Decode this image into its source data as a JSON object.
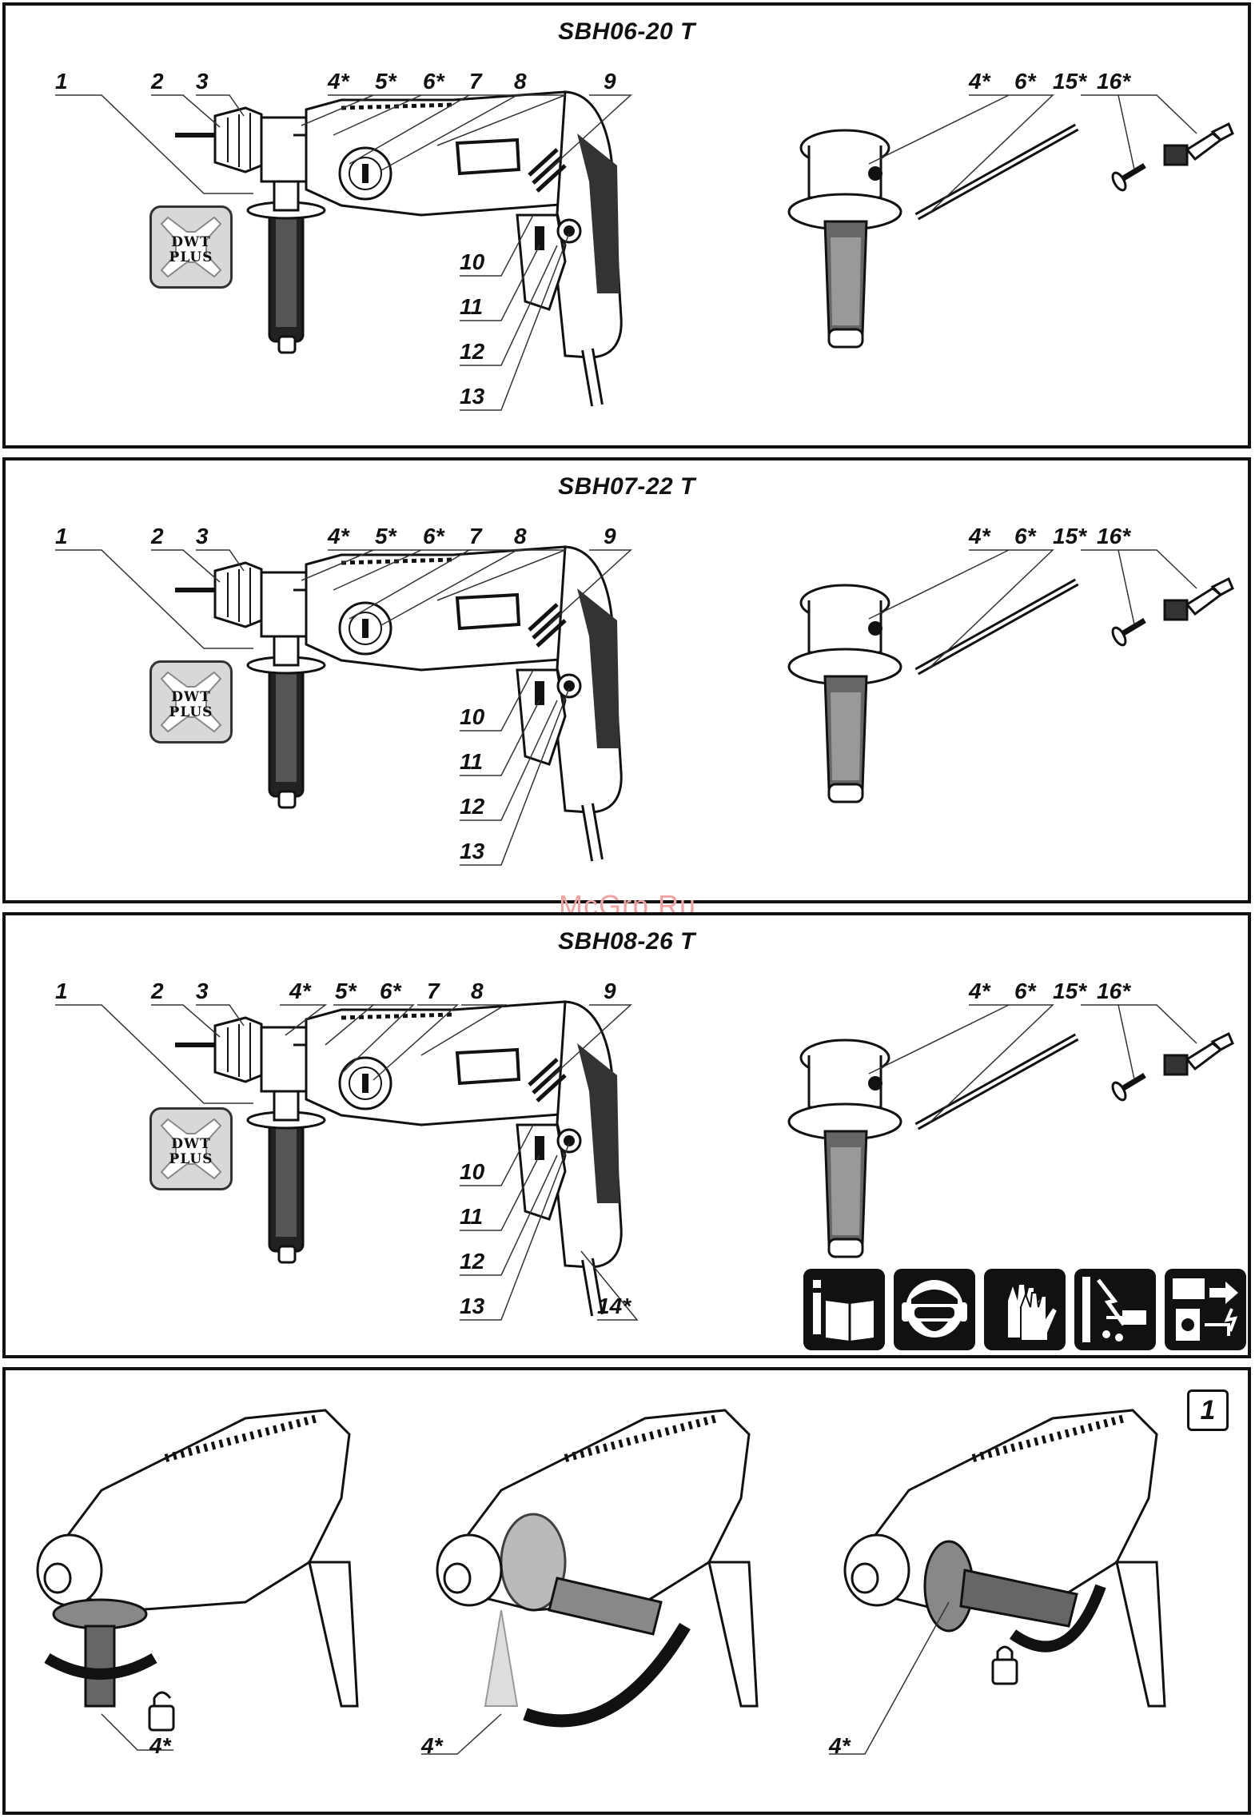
{
  "panels": [
    {
      "model": "SBH06-20 T",
      "labels": {
        "l1": "1",
        "l2": "2",
        "l3": "3",
        "l4": "4*",
        "l5": "5*",
        "l6": "6*",
        "l7": "7",
        "l8": "8",
        "l9": "9",
        "l10": "10",
        "l11": "11",
        "l12": "12",
        "l13": "13",
        "a4": "4*",
        "a6": "6*",
        "a15": "15*",
        "a16": "16*"
      }
    },
    {
      "model": "SBH07-22 T",
      "labels": {
        "l1": "1",
        "l2": "2",
        "l3": "3",
        "l4": "4*",
        "l5": "5*",
        "l6": "6*",
        "l7": "7",
        "l8": "8",
        "l9": "9",
        "l10": "10",
        "l11": "11",
        "l12": "12",
        "l13": "13",
        "a4": "4*",
        "a6": "6*",
        "a15": "15*",
        "a16": "16*"
      }
    },
    {
      "model": "SBH08-26 T",
      "labels": {
        "l1": "1",
        "l2": "2",
        "l3": "3",
        "l4": "4*",
        "l5": "5*",
        "l6": "6*",
        "l7": "7",
        "l8": "8",
        "l9": "9",
        "l10": "10",
        "l11": "11",
        "l12": "12",
        "l13": "13",
        "l14": "14*",
        "a4": "4*",
        "a6": "6*",
        "a15": "15*",
        "a16": "16*"
      }
    }
  ],
  "watermark": "McGrp.Ru",
  "logo_text": [
    "DWT",
    "PLUS"
  ],
  "assembly": {
    "figure_number": "1",
    "steps": [
      {
        "label": "4*"
      },
      {
        "label": "4*"
      },
      {
        "label": "4*"
      }
    ]
  },
  "warning_icons": [
    "read-manual-icon",
    "protective-mask-icon",
    "gloves-icon",
    "hidden-wiring-icon",
    "unplug-icon"
  ]
}
